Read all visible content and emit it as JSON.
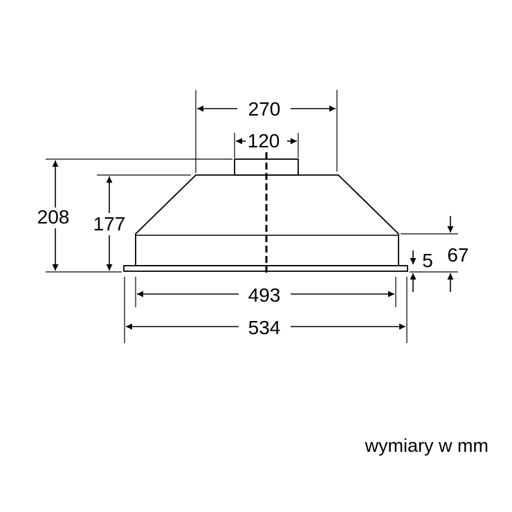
{
  "dimensions": {
    "total_width": "534",
    "body_width": "493",
    "top_width": "270",
    "outlet_diameter": "120",
    "total_height": "208",
    "body_height": "177",
    "side_height": "67",
    "flange_thickness": "5"
  },
  "note": "wymiary w mm"
}
